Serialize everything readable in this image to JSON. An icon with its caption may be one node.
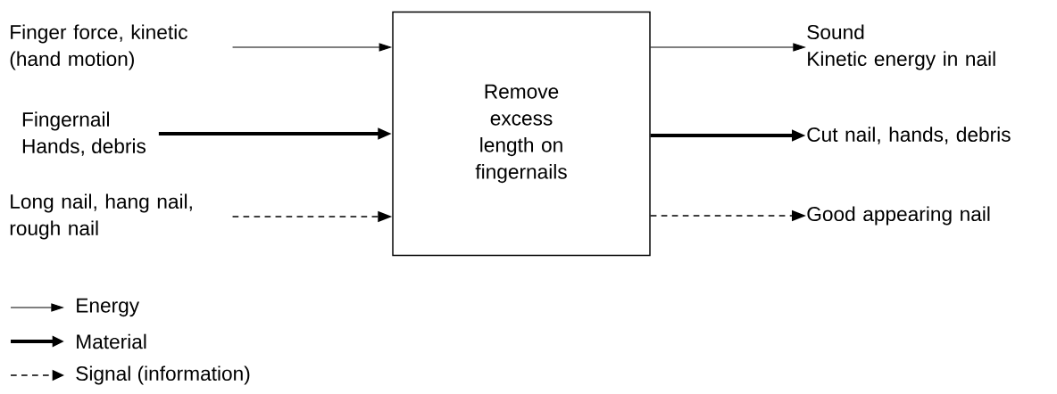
{
  "diagram": {
    "nodes": [
      {
        "text": [
          "Finger force, kinetic (hand motion)"
        ]
      },
      {
        "text": [
          "Fingernail",
          "Hands, debris"
        ]
      },
      {
        "text": [
          "Long nail, hang nail, rough nail"
        ]
      },
      {
        "text": [
          "Remove excess length on fingernails"
        ]
      },
      {
        "text": [
          "Sound",
          "Kinetic energy in nail"
        ]
      },
      {
        "text": [
          "Cut nail, hands, debris"
        ]
      },
      {
        "text": [
          "Good appearing nail"
        ]
      }
    ],
    "edges": [
      {
        "from": 0,
        "to": 3,
        "arrow": "to"
      },
      {
        "from": 1,
        "to": 3,
        "arrow": "to",
        "style": "thick"
      },
      {
        "from": 2,
        "to": 3,
        "arrow": "to",
        "style": "dashed"
      },
      {
        "from": 3,
        "to": 4,
        "arrow": "to"
      },
      {
        "from": 3,
        "to": 5,
        "arrow": "to",
        "style": "thick"
      },
      {
        "from": 3,
        "to": 6,
        "arrow": "to",
        "style": "dashed"
      }
    ],
    "legend": [
      {
        "text": "Energy"
      },
      {
        "text": "Material"
      },
      {
        "text": "Signal (information)"
      }
    ]
  }
}
